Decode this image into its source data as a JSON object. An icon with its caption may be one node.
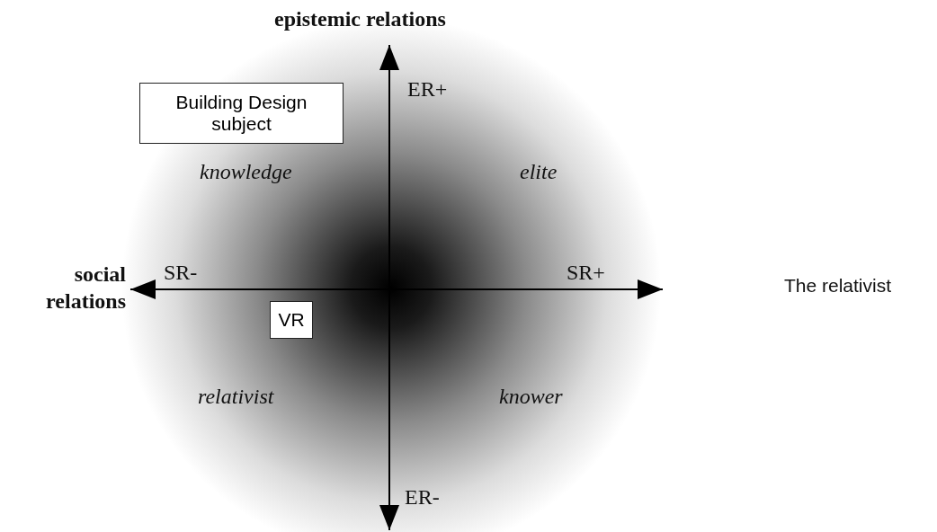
{
  "diagram": {
    "nodes": [
      {
        "text": [
          "Building Design subject"
        ]
      },
      {
        "text": [
          "VR"
        ]
      }
    ],
    "labels": [
      "epistemic relations",
      "ER+",
      "knowledge",
      "elite",
      "social relations",
      "SR-",
      "SR+",
      "The relativist",
      "relativist",
      "knower",
      "ER-"
    ]
  }
}
